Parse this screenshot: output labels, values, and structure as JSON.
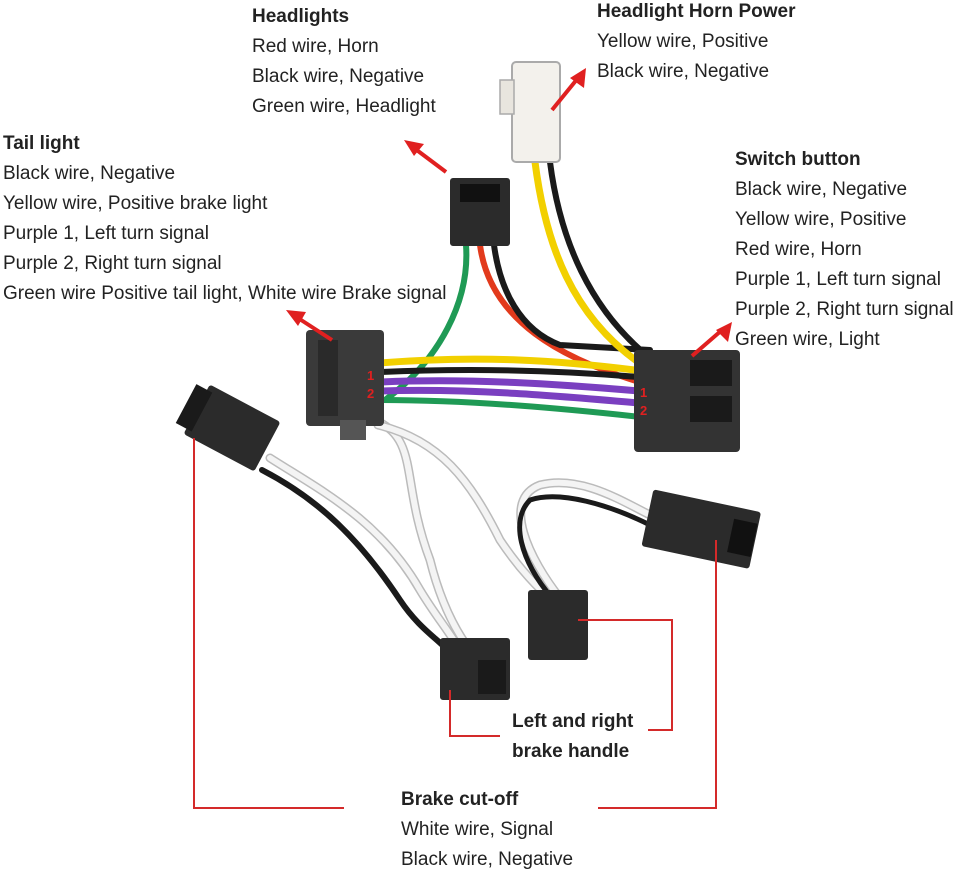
{
  "labels": {
    "headlights": {
      "title": "Headlights",
      "lines": [
        "Red wire, Horn",
        "Black wire, Negative",
        "Green wire, Headlight"
      ]
    },
    "headlight_horn_power": {
      "title": "Headlight Horn Power",
      "lines": [
        "Yellow wire, Positive",
        "Black wire, Negative"
      ]
    },
    "tail_light": {
      "title": "Tail light",
      "lines": [
        "Black wire, Negative",
        "Yellow wire, Positive brake light",
        "Purple 1, Left turn signal",
        "Purple 2, Right turn signal",
        "Green wire Positive tail light, White wire Brake signal"
      ]
    },
    "switch_button": {
      "title": "Switch button",
      "lines": [
        "Black wire, Negative",
        "Yellow wire, Positive",
        "Red wire, Horn",
        "Purple 1, Left turn signal",
        "Purple 2, Right turn signal",
        "Green wire, Light"
      ]
    },
    "brake_handle": {
      "title_lines": [
        "Left and right",
        "brake handle"
      ]
    },
    "brake_cutoff": {
      "title": "Brake cut-off",
      "lines": [
        "White wire, Signal",
        "Black wire, Negative"
      ]
    }
  },
  "pin_marks": [
    "1",
    "2"
  ],
  "colors": {
    "arrow": "#e02020",
    "callout_line": "#d42a2a",
    "connector": "#2b2b2b",
    "wire_yellow": "#f2d000",
    "wire_red": "#e23a1c",
    "wire_purple": "#7a3fc0",
    "wire_green": "#1f9a55",
    "wire_black": "#1a1a1a",
    "wire_white": "#f4f4f4"
  }
}
